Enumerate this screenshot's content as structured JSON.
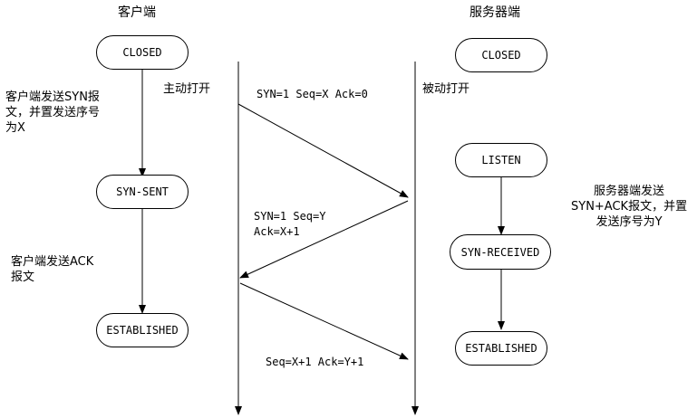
{
  "client": {
    "title": "客户端",
    "states": [
      "CLOSED",
      "SYN-SENT",
      "ESTABLISHED"
    ],
    "note_syn": "客户端发送SYN报\n文，并置发送序号\n为X",
    "note_ack": "客户端发送ACK\n报文",
    "action": "主动打开"
  },
  "server": {
    "title": "服务器端",
    "states": [
      "CLOSED",
      "LISTEN",
      "SYN-RECEIVED",
      "ESTABLISHED"
    ],
    "note_synack": "服务器端发送\nSYN+ACK报文，并置\n发送序号为Y",
    "action": "被动打开"
  },
  "messages": {
    "m1": "SYN=1 Seq=X Ack=0",
    "m2": "SYN=1 Seq=Y\nAck=X+1",
    "m3": "Seq=X+1 Ack=Y+1"
  }
}
